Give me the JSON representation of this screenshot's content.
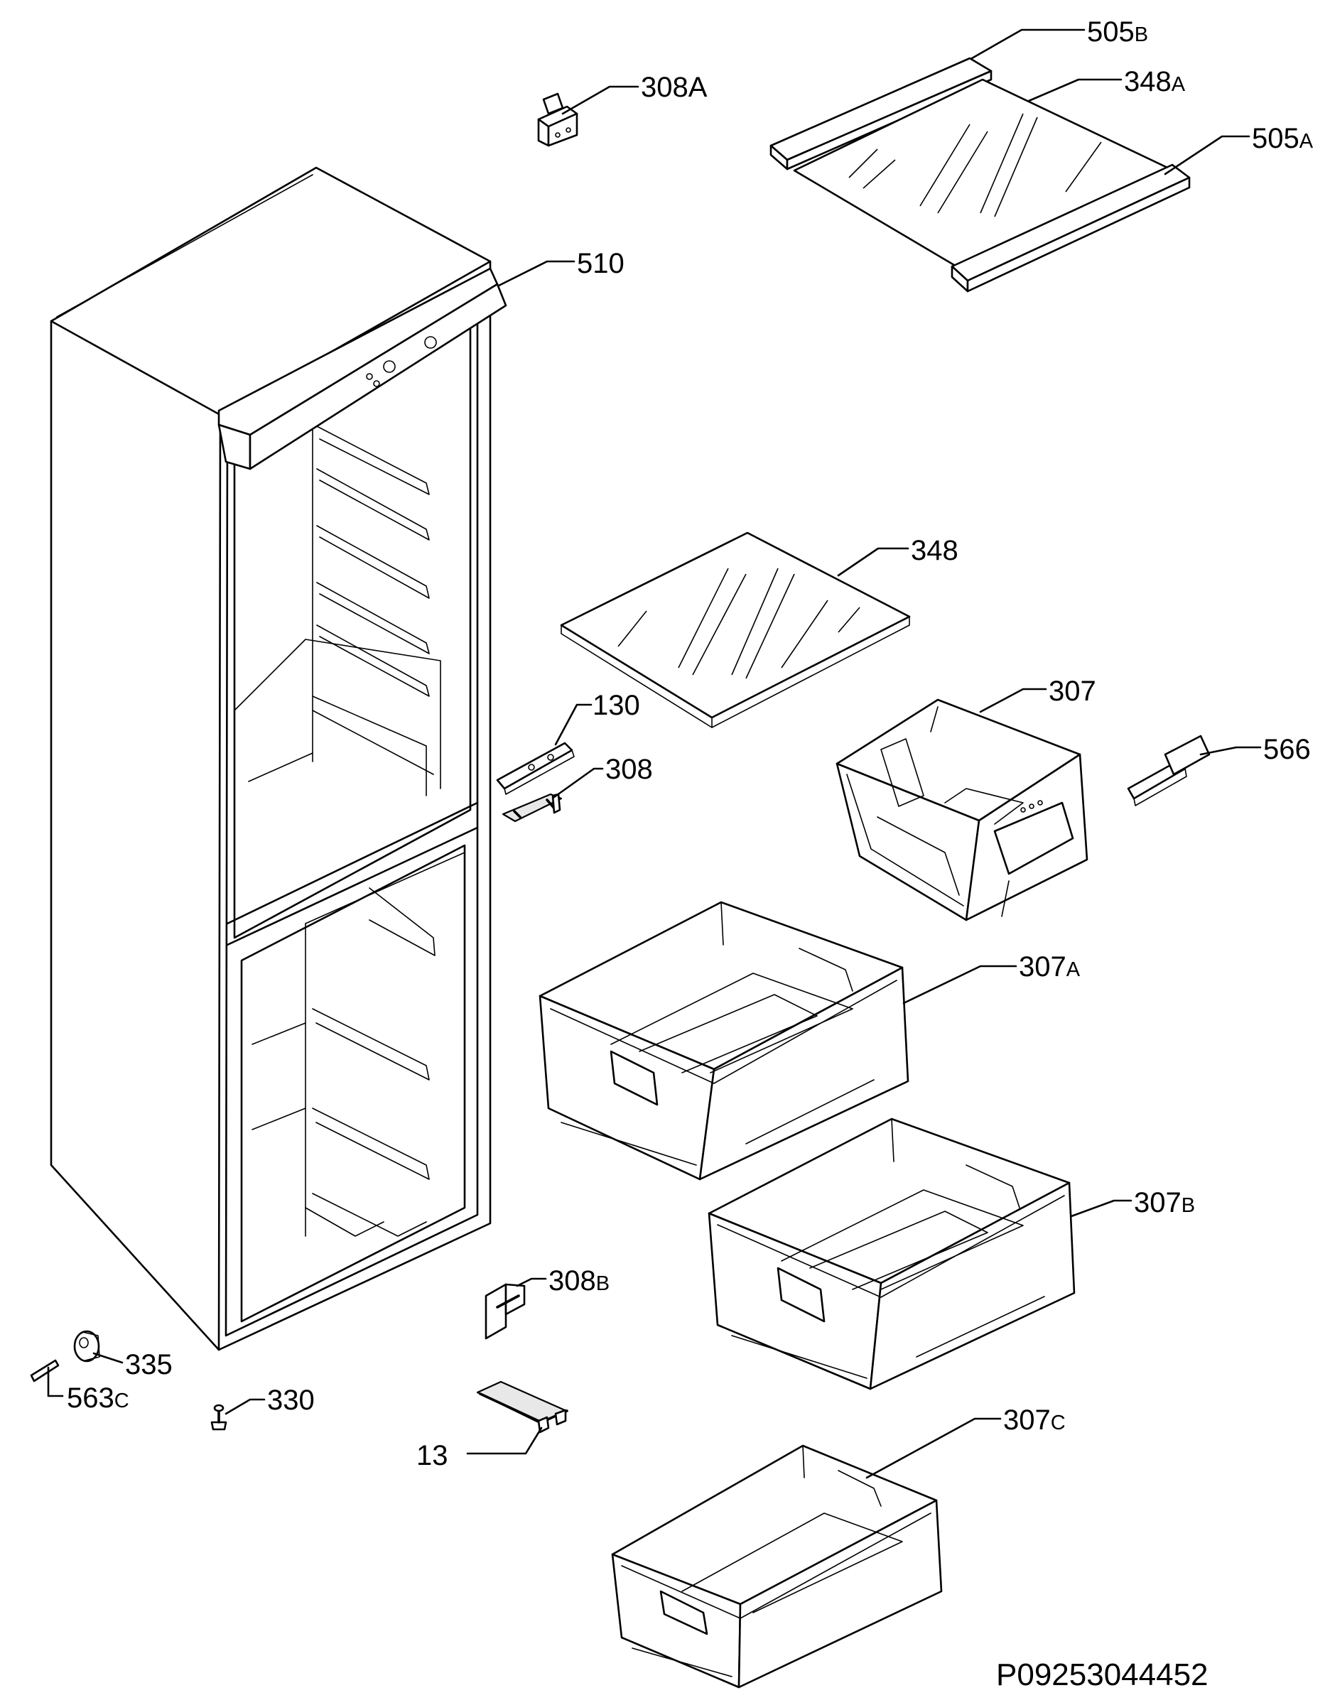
{
  "document_code": "P09253044452",
  "labels": {
    "l505B": {
      "main": "505",
      "suffix": "B"
    },
    "l348A": {
      "main": "348",
      "suffix": "A"
    },
    "l505A": {
      "main": "505",
      "suffix": "A"
    },
    "l308A": {
      "main": "308A",
      "suffix": ""
    },
    "l510": {
      "main": "510",
      "suffix": ""
    },
    "l348": {
      "main": "348",
      "suffix": ""
    },
    "l307": {
      "main": "307",
      "suffix": ""
    },
    "l130": {
      "main": "130",
      "suffix": ""
    },
    "l308": {
      "main": "308",
      "suffix": ""
    },
    "l566": {
      "main": "566",
      "suffix": ""
    },
    "l307A": {
      "main": "307",
      "suffix": "A"
    },
    "l307B": {
      "main": "307",
      "suffix": "B"
    },
    "l308B": {
      "main": "308",
      "suffix": "B"
    },
    "l335": {
      "main": "335",
      "suffix": ""
    },
    "l563C": {
      "main": "563",
      "suffix": "C"
    },
    "l330": {
      "main": "330",
      "suffix": ""
    },
    "l13": {
      "main": "13",
      "suffix": ""
    },
    "l307C": {
      "main": "307",
      "suffix": "C"
    }
  }
}
